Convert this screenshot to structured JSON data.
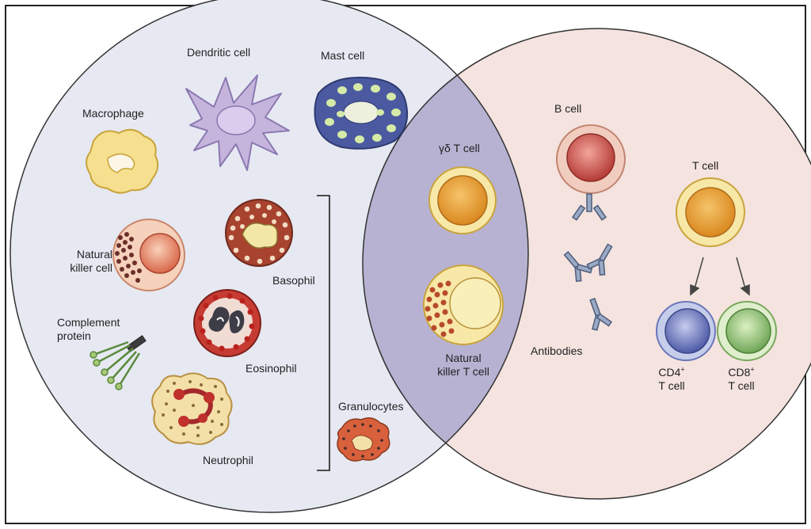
{
  "labels": {
    "dendritic": "Dendritic cell",
    "mast": "Mast cell",
    "macrophage": "Macrophage",
    "nk_line1": "Natural",
    "nk_line2": "killer cell",
    "basophil": "Basophil",
    "complement_line1": "Complement",
    "complement_line2": "protein",
    "eosinophil": "Eosinophil",
    "neutrophil": "Neutrophil",
    "granulocytes": "Granulocytes",
    "gd_tcell": "γδ T cell",
    "nkt_line1": "Natural",
    "nkt_line2": "killer T cell",
    "bcell": "B cell",
    "antibodies": "Antibodies",
    "tcell": "T cell",
    "cd4_main": "CD4",
    "cd4_sup": "+",
    "cd4_line2": "T cell",
    "cd8_main": "CD8",
    "cd8_sup": "+",
    "cd8_line2": "T cell"
  },
  "colors": {
    "innate_fill": "#e6e9f2",
    "adaptive_fill": "#f4e3df",
    "overlap_fill": "#b7b2d2",
    "circle_stroke": "#333333"
  }
}
